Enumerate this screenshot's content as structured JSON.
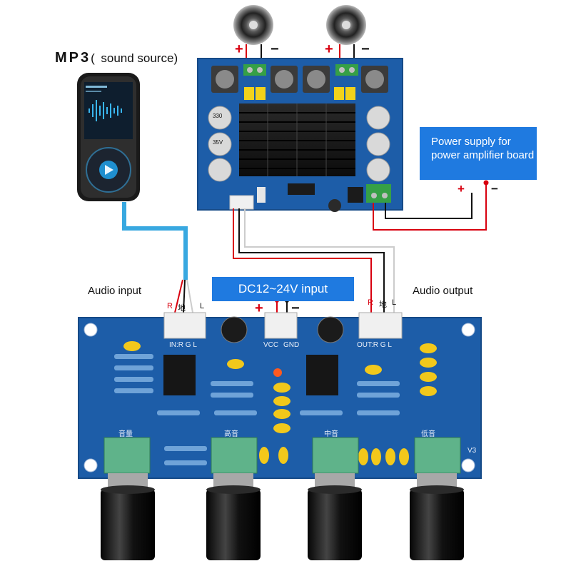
{
  "mp3": {
    "title": "MP3",
    "paren": "(",
    "subtitle": "sound source",
    "paren_close": ")"
  },
  "labels": {
    "audio_input": "Audio input",
    "audio_output": "Audio output",
    "power_supply": "Power supply for power amplifier board",
    "dc_input": "DC12~24V input"
  },
  "signs": {
    "plus": "+",
    "minus": "−"
  },
  "pins": {
    "r": "R",
    "ground": "地",
    "l": "L"
  },
  "silkscreen": {
    "in_rgl": "IN:R  G  L",
    "vcc": "VCC",
    "gnd": "GND",
    "out_rgl": "OUT:R  G  L",
    "volume": "音量",
    "treble": "高音",
    "mid": "中音",
    "bass": "低音",
    "version": "V3"
  },
  "capacitor_marks": {
    "value": "330",
    "voltage": "35V"
  },
  "colors": {
    "board_blue": "#1d5da8",
    "wire_red": "#d8000f",
    "wire_blue": "#38a8e0",
    "box_blue": "#1f7ae0",
    "knob_black": "#161616",
    "pot_green": "#5fb38a"
  }
}
